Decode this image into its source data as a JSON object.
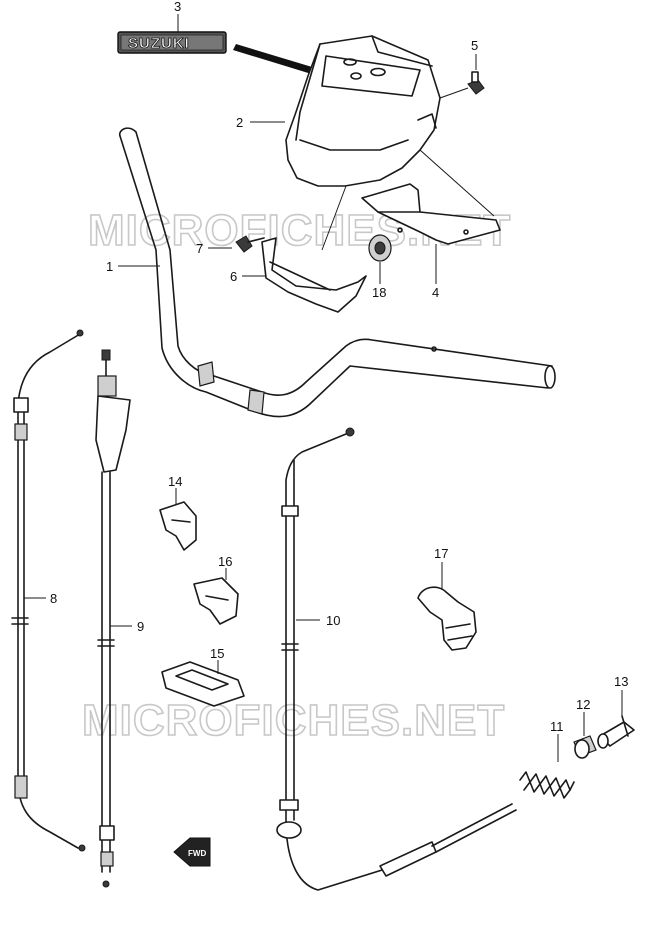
{
  "watermarks": [
    "MICROFICHES.NET",
    "MICROFICHES.NET"
  ],
  "logo": {
    "text": "SUZUKI"
  },
  "fwd_marker": {
    "text": "FWD"
  },
  "callouts": {
    "p1": "1",
    "p2": "2",
    "p3": "3",
    "p4": "4",
    "p5": "5",
    "p6": "6",
    "p7": "7",
    "p8": "8",
    "p9": "9",
    "p10": "10",
    "p11": "11",
    "p12": "12",
    "p13": "13",
    "p14": "14",
    "p15": "15",
    "p16": "16",
    "p17": "17",
    "p18": "18"
  }
}
